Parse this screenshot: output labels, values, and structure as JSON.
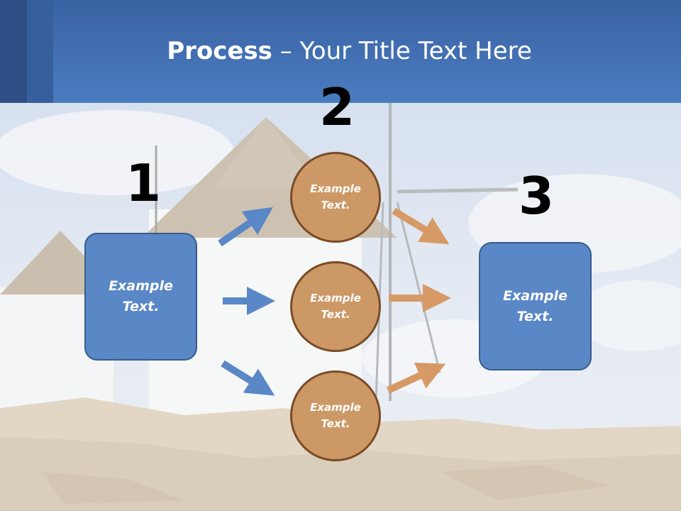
{
  "title": {
    "bold": "Process",
    "rest": " – Your Title Text Here"
  },
  "steps": {
    "one": "1",
    "two": "2",
    "three": "3"
  },
  "left_box": {
    "text": "Example Text."
  },
  "right_box": {
    "text": "Example Text."
  },
  "circles": [
    {
      "text": "Example Text."
    },
    {
      "text": "Example Text."
    },
    {
      "text": "Example Text."
    }
  ],
  "colors": {
    "header": "#4a7cc0",
    "box_fill": "#5a87c6",
    "box_border": "#385d8a",
    "circle_fill": "#cc9866",
    "circle_border": "#7a4b26",
    "blue_arrow": "#5a87c6",
    "orange_arrow": "#d79a66"
  }
}
